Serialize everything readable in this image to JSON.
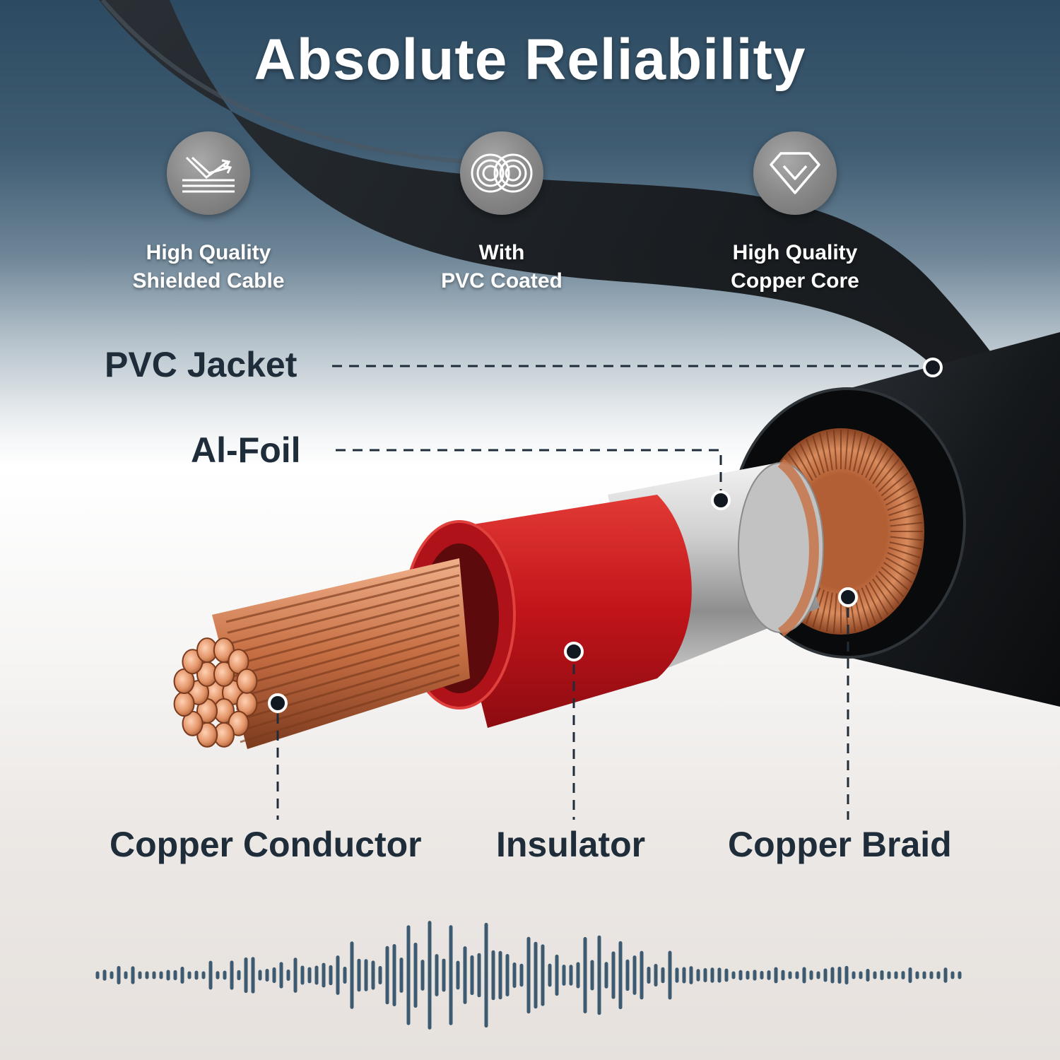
{
  "title": "Absolute Reliability",
  "features": [
    {
      "icon": "shielded-cable-icon",
      "line1": "High Quality",
      "line2": "Shielded Cable"
    },
    {
      "icon": "pvc-coated-icon",
      "line1": "With",
      "line2": "PVC Coated"
    },
    {
      "icon": "copper-core-diamond-icon",
      "line1": "High Quality",
      "line2": "Copper Core"
    }
  ],
  "layers": {
    "pvc_jacket": "PVC Jacket",
    "al_foil": "Al-Foil",
    "copper_conductor": "Copper Conductor",
    "insulator": "Insulator",
    "copper_braid": "Copper Braid"
  },
  "colors": {
    "header_navy": "#2c4a61",
    "label_text": "#1f2d3a",
    "insulator_red": "#c8171b",
    "copper": "#c8744a",
    "jacket_black": "#16191c",
    "waveform": "#3d5a70"
  }
}
